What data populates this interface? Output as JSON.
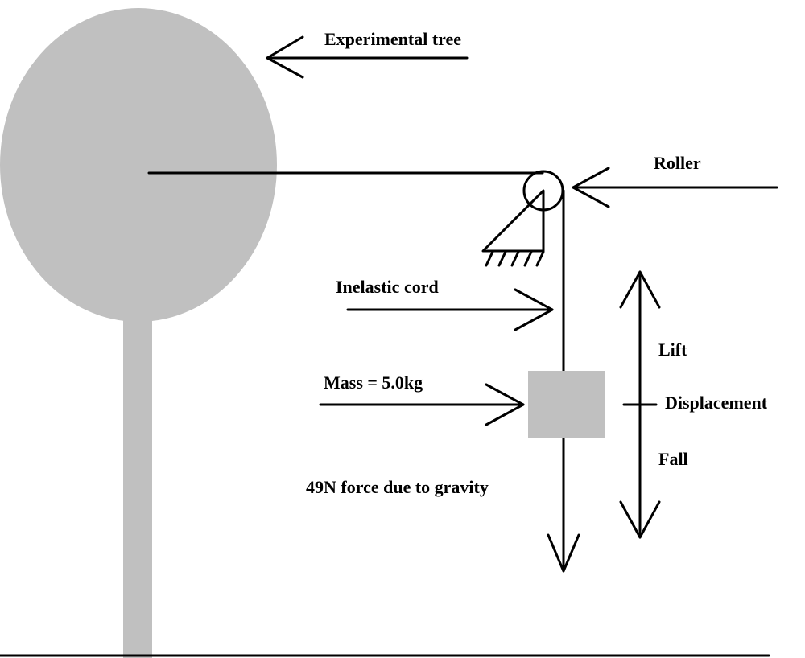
{
  "labels": {
    "tree": "Experimental tree",
    "roller": "Roller",
    "cord": "Inelastic cord",
    "mass": "Mass = 5.0kg",
    "gravity": "49N force due to gravity",
    "lift": "Lift",
    "displacement": "Displacement",
    "fall": "Fall"
  },
  "colors": {
    "tree": "#c0c0c0",
    "mass": "#c0c0c0",
    "ink": "#000000"
  }
}
